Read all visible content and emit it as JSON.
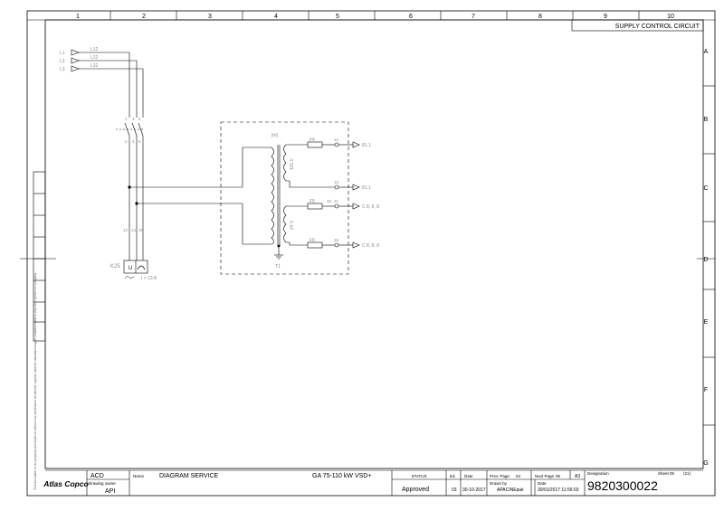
{
  "border": {
    "columns": [
      "1",
      "2",
      "3",
      "4",
      "5",
      "6",
      "7",
      "8",
      "9",
      "10"
    ],
    "rows": [
      "A",
      "B",
      "C",
      "D",
      "E",
      "F",
      "G"
    ]
  },
  "sheet_title": "SUPPLY CONTROL CIRCUIT",
  "inputs": [
    {
      "ref": "L1",
      "wire": "L12"
    },
    {
      "ref": "L2",
      "wire": "L22"
    },
    {
      "ref": "L3",
      "wire": "L32"
    }
  ],
  "breaker": {
    "ref": "K25",
    "contact_labels": [
      "1",
      "3",
      "5",
      "2",
      "4",
      "6"
    ],
    "wire_labels": [
      "12",
      "14",
      "16"
    ],
    "aux": "U",
    "setting": "I > 13 A"
  },
  "transformer": {
    "ref": "T1",
    "input_label": "[m]",
    "voltages": [
      "115 V",
      "24 V"
    ],
    "fuses": [
      "F4",
      "F5",
      "F6"
    ],
    "terminals": [
      "12",
      "13",
      "31",
      "32",
      "33"
    ],
    "outputs": [
      "81.1",
      "81.1",
      "C 8, 8, 8",
      "C 8, 8, 8"
    ]
  },
  "title_block": {
    "logo": "Atlas Copco",
    "company": "ACD",
    "drawing_owner_label": "Drawing owner",
    "drawing_owner": "API",
    "name_label": "Name",
    "name": "DIAGRAM SERVICE",
    "product": "GA 75-110 kW VSD+",
    "status_label": "STATUS",
    "status": "Approved",
    "ed_label": "Ed.",
    "ed": "03",
    "date_label": "Date",
    "date": "30-10-2017",
    "prev_page_label": "Prev. Page",
    "prev_page": "04",
    "next_page_label": "Next Page",
    "next_page": "06",
    "format": "A3",
    "drawn_by_label": "Drawn by",
    "drawn_by": "APACINEpuk",
    "date2_label": "Date",
    "date2": "30/01/2017 11:56:03",
    "designation_label": "Designation",
    "designation": "9820300022",
    "sheet_label": "Sheet",
    "sheet_no": "05",
    "sheet_total": "(21)",
    "disclaimer": "This document is our property and shall not without our permission be altered, copied, used for manufacturing or communicated to any other person or company."
  }
}
